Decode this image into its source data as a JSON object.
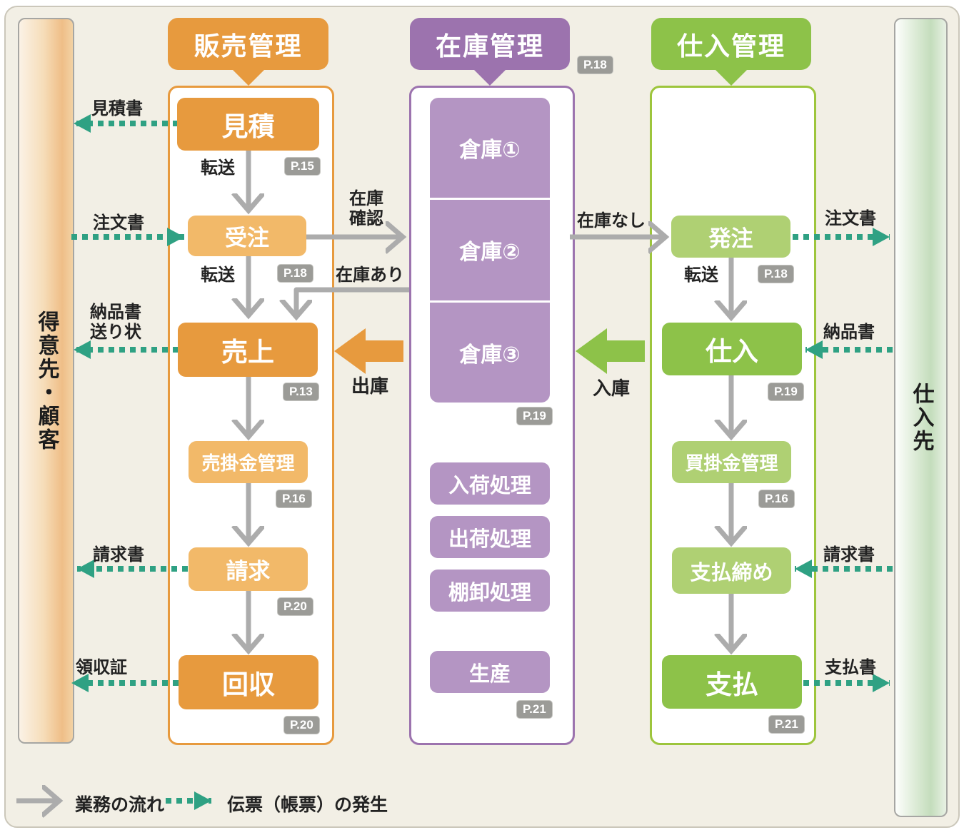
{
  "left_bar": {
    "label": "得意先・顧客"
  },
  "right_bar": {
    "label": "仕入先"
  },
  "sales": {
    "header": "販売管理",
    "estimate": "見積",
    "estimate_page": "P.15",
    "transfer1": "転送",
    "order": "受注",
    "order_page": "P.18",
    "transfer2": "転送",
    "sales": "売上",
    "sales_page": "P.13",
    "receivable": "売掛金管理",
    "receivable_page": "P.16",
    "billing": "請求",
    "billing_page": "P.20",
    "collection": "回収",
    "collection_page": "P.20"
  },
  "inventory": {
    "header": "在庫管理",
    "header_page": "P.18",
    "warehouse1": "倉庫①",
    "warehouse2": "倉庫②",
    "warehouse3": "倉庫③",
    "warehouse_page": "P.19",
    "receiving": "入荷処理",
    "shipping": "出荷処理",
    "stocktaking": "棚卸処理",
    "production": "生産",
    "production_page": "P.21"
  },
  "purchase": {
    "header": "仕入管理",
    "po": "発注",
    "po_page": "P.18",
    "transfer": "転送",
    "purchase": "仕入",
    "purchase_page": "P.19",
    "payable": "買掛金管理",
    "payable_page": "P.16",
    "closing": "支払締め",
    "payment": "支払",
    "payment_page": "P.21"
  },
  "flows": {
    "stock_check": "在庫\n確認",
    "in_stock": "在庫あり",
    "no_stock": "在庫なし",
    "outbound": "出庫",
    "inbound": "入庫"
  },
  "documents": {
    "quotation": "見積書",
    "order_form_left": "注文書",
    "delivery_note_left": "納品書\n送り状",
    "invoice_left": "請求書",
    "receipt": "領収証",
    "order_form_right": "注文書",
    "delivery_note_right": "納品書",
    "invoice_right": "請求書",
    "payment_slip": "支払書"
  },
  "legend": {
    "flow": "業務の流れ",
    "doc": "伝票（帳票）の発生"
  },
  "colors": {
    "background": "#F2EFE5",
    "orange": "#E79A3E",
    "orange_light": "#F2B969",
    "purple": "#9C73AE",
    "purple_light": "#B495C3",
    "green": "#8DC249",
    "green_light": "#AFD073",
    "teal_dashed": "#2FA183",
    "gray_arrow": "#ACACAC",
    "badge_gray": "#9B9B97"
  }
}
